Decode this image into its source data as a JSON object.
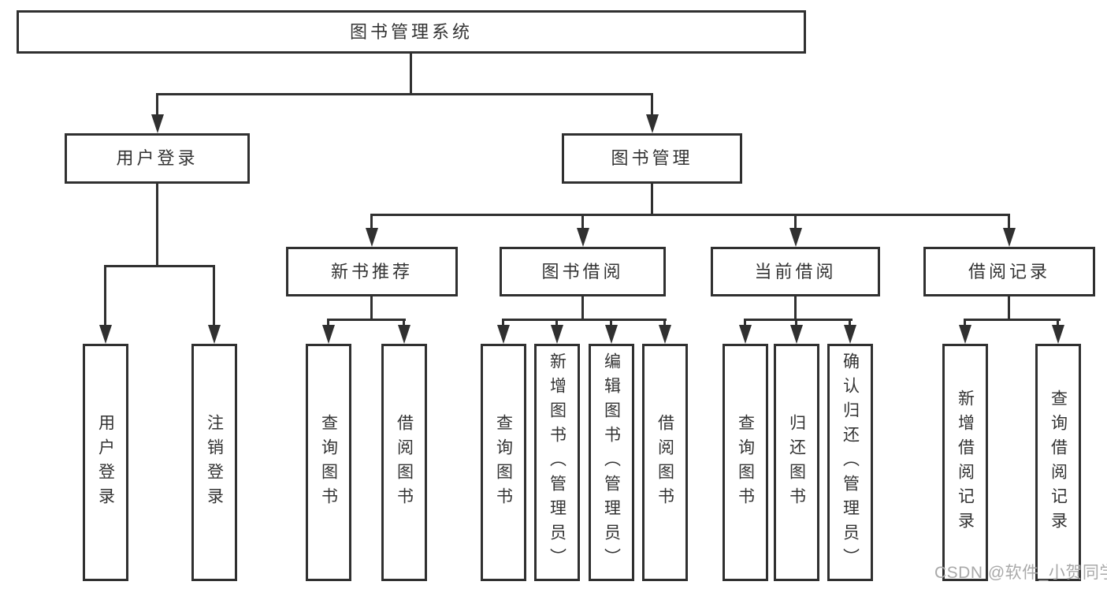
{
  "diagram": {
    "title": "图书管理系统",
    "level2": [
      {
        "label": "用户登录"
      },
      {
        "label": "图书管理"
      }
    ],
    "level3": [
      {
        "label": "新书推荐"
      },
      {
        "label": "图书借阅"
      },
      {
        "label": "当前借阅"
      },
      {
        "label": "借阅记录"
      }
    ],
    "leaves": [
      {
        "label": "用户登录"
      },
      {
        "label": "注销登录"
      },
      {
        "label": "查询图书"
      },
      {
        "label": "借阅图书"
      },
      {
        "label": "查询图书"
      },
      {
        "label": "新增图书（管理员）"
      },
      {
        "label": "编辑图书（管理员）"
      },
      {
        "label": "借阅图书"
      },
      {
        "label": "查询图书"
      },
      {
        "label": "归还图书"
      },
      {
        "label": "确认归还（管理员）"
      },
      {
        "label": "新增借阅记录"
      },
      {
        "label": "查询借阅记录"
      }
    ],
    "watermark": "CSDN @软件_小贺同学",
    "colors": {
      "line": "#303030",
      "text": "#333333",
      "background": "#ffffff",
      "watermark": "#a9a9a9"
    }
  }
}
